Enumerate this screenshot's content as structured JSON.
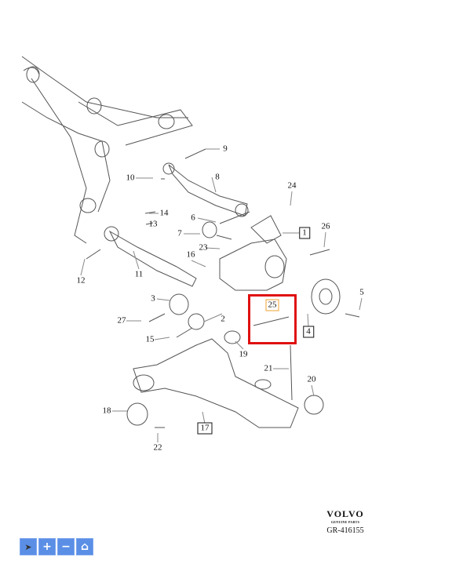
{
  "diagram": {
    "callouts": [
      "1",
      "2",
      "3",
      "4",
      "5",
      "6",
      "7",
      "8",
      "9",
      "10",
      "11",
      "12",
      "13",
      "14",
      "15",
      "16",
      "17",
      "18",
      "19",
      "20",
      "21",
      "22",
      "23",
      "24",
      "25",
      "26",
      "27"
    ],
    "highlighted_callout": "25",
    "highlight_color": "#e01010"
  },
  "logo": {
    "brand": "VOLVO",
    "subtitle": "GENUINE PARTS"
  },
  "figure_code": "GR-416155",
  "toolbar": {
    "select": "select-tool",
    "zoom_in": "+",
    "zoom_out": "−",
    "home": "home"
  }
}
